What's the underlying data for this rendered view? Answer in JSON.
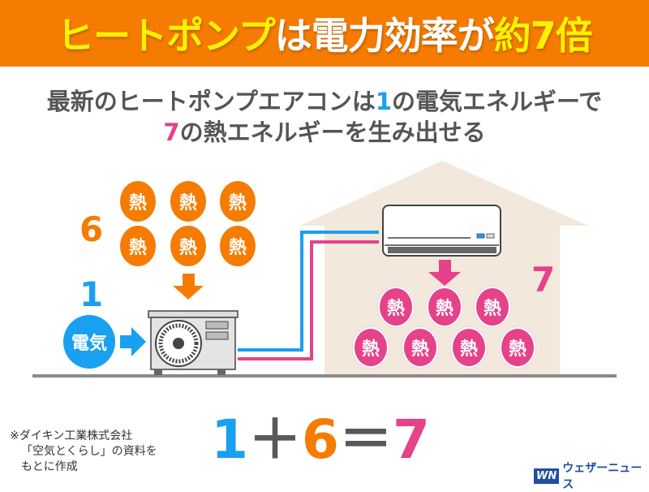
{
  "title": {
    "part1": "ヒートポンプ",
    "part2": "は電力効率が",
    "part3": "約7倍"
  },
  "subtitle": {
    "line1_a": "最新のヒートポンプエアコンは",
    "line1_num": "1",
    "line1_b": "の電気エネルギーで",
    "line2_num": "7",
    "line2_b": "の熱エネルギーを生み出せる"
  },
  "diagram": {
    "outside_heat_count": "6",
    "electricity_count": "1",
    "electricity_label": "電気",
    "heat_label": "熱",
    "output_heat_count": "7"
  },
  "equation": {
    "a": "1",
    "plus": "＋",
    "b": "6",
    "eq": "＝",
    "c": "7"
  },
  "note": {
    "line1": "※ダイキン工業株式会社",
    "line2": "「空気とくらし」の資料を",
    "line3": "もとに作成"
  },
  "logo": {
    "mark": "WN",
    "text": "ウェザーニュース"
  },
  "colors": {
    "orange": "#f57c00",
    "blue": "#1aa0f0",
    "pink": "#e5428a",
    "house": "#f2e8dc"
  }
}
